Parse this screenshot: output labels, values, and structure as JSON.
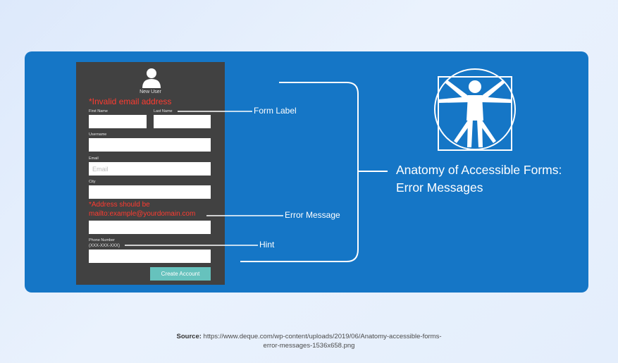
{
  "form": {
    "title": "New User",
    "error_summary": "*Invalid email address",
    "first_name_label": "First Name",
    "last_name_label": "Last Name",
    "username_label": "Username",
    "email_label": "Email",
    "email_placeholder": "Email",
    "city_label": "City",
    "address_error_line1": "*Address should be",
    "address_error_line2": "mailto:example@yourdomain.com",
    "phone_label": "Phone Number",
    "phone_hint": "(XXX-XXX-XXX)",
    "submit_label": "Create Account"
  },
  "annotations": {
    "form_label": "Form Label",
    "error_message": "Error Message",
    "hint": "Hint"
  },
  "heading": {
    "line1": "Anatomy of Accessible Forms:",
    "line2": "Error Messages"
  },
  "source": {
    "label": "Source:",
    "line1": "https://www.deque.com/wp-content/uploads/2019/06/Anatomy-accessible-forms-",
    "line2": "error-messages-1536x658.png"
  },
  "colors": {
    "panel": "#1576c6",
    "form_bg": "#414141",
    "error": "#ff3b30",
    "button": "#66c2bd",
    "page_bg": "#e4eefc"
  },
  "icons": {
    "avatar": "user-silhouette-icon",
    "logo": "vitruvian-man-icon"
  }
}
